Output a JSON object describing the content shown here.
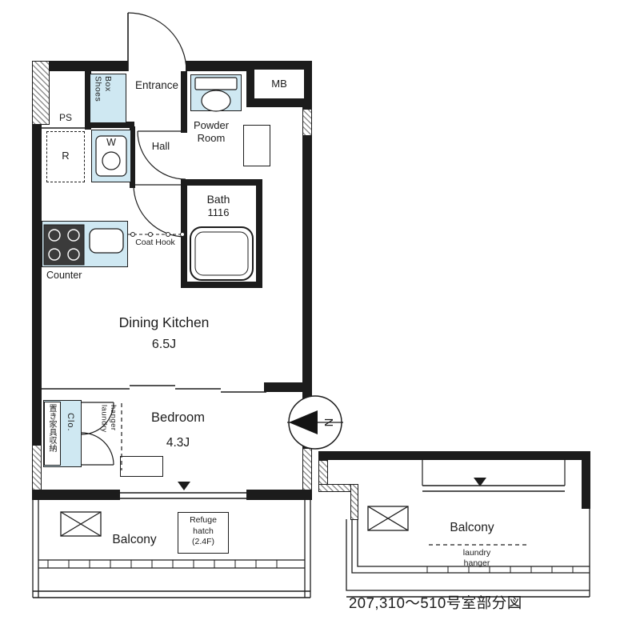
{
  "colors": {
    "wall": "#1c1c1c",
    "fixture_fill": "#cfe8f2",
    "hatch_gray": "#8f8f8f"
  },
  "rooms": {
    "entrance": "Entrance",
    "hall": "Hall",
    "powder_room": "Powder Room",
    "bath": "Bath",
    "bath_size": "1116",
    "dining_kitchen": "Dining Kitchen",
    "dining_kitchen_size": "6.5J",
    "bedroom": "Bedroom",
    "bedroom_size": "4.3J",
    "balcony": "Balcony"
  },
  "labels": {
    "mb": "MB",
    "ps": "PS",
    "refrigerator": "R",
    "washer": "W",
    "shoes_box": "Shoes\nBox",
    "coat_hook": "Coat Hook",
    "counter": "Counter",
    "closet": "Clo.",
    "furniture_storage": "置き家具収納",
    "laundry_hanger": "laundry\nhanger",
    "refuge_hatch": "Refuge\nhatch\n(2.4F)"
  },
  "compass": {
    "north": "N"
  },
  "partial_plan": {
    "balcony": "Balcony",
    "laundry_hanger": "laundry\nhanger",
    "caption": "207,310〜510号室部分図"
  }
}
